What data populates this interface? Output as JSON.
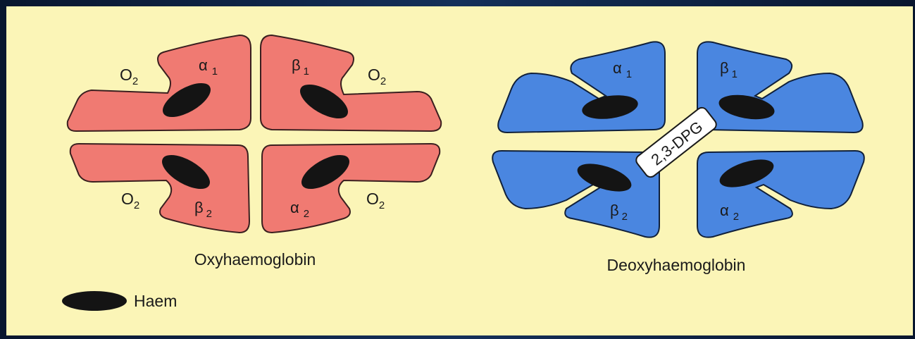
{
  "oxy": {
    "subunits": {
      "alpha1": {
        "sym": "α",
        "sub": "1"
      },
      "beta1": {
        "sym": "β",
        "sub": "1"
      },
      "beta2": {
        "sym": "β",
        "sub": "2"
      },
      "alpha2": {
        "sym": "α",
        "sub": "2"
      }
    },
    "o2": {
      "text": "O",
      "sub": "2"
    },
    "caption": "Oxyhaemoglobin"
  },
  "deoxy": {
    "subunits": {
      "alpha1": {
        "sym": "α",
        "sub": "1"
      },
      "beta1": {
        "sym": "β",
        "sub": "1"
      },
      "beta2": {
        "sym": "β",
        "sub": "2"
      },
      "alpha2": {
        "sym": "α",
        "sub": "2"
      }
    },
    "dpg": "2,3-DPG",
    "caption": "Deoxyhaemoglobin"
  },
  "legend": {
    "label": "Haem",
    "icon": "haem-ellipse-icon"
  },
  "colors": {
    "background": "#fbf5b7",
    "oxy_subunit": "#f07a72",
    "deoxy_subunit": "#4a86e0",
    "haem": "#141414",
    "outline": "#3a1f1f"
  }
}
